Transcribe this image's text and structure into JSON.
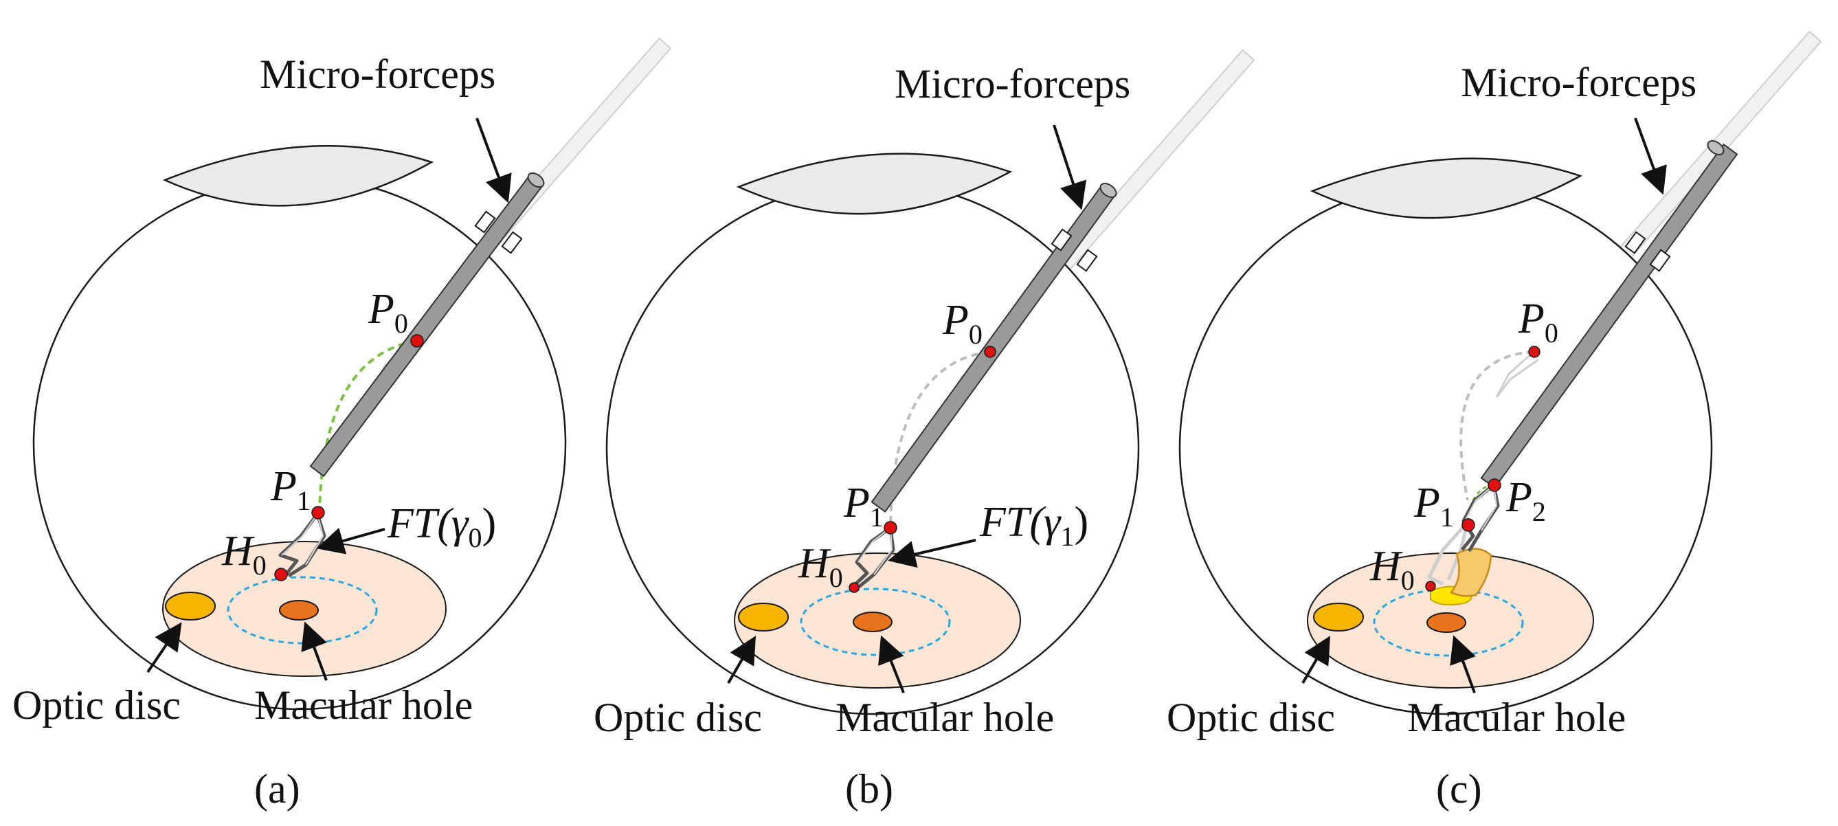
{
  "colors": {
    "eye_outline": "#1a1a1a",
    "cornea_fill": "#eaeaea",
    "retina_fill": "#fbe6d6",
    "optic_disc": "#f7b500",
    "macular_hole": "#e8731c",
    "macula_ring": "#2aa7e0",
    "forceps_shaft": "#9a9a9a",
    "ghost_forceps": "#d8d8d8",
    "trajectory_active": "#7bc142",
    "trajectory_past": "#bdbdbd",
    "point_marker": "#e01010",
    "membrane_flap": "#f7c96a",
    "membrane_peel": "#ffe500"
  },
  "panels": [
    {
      "caption": "(a)",
      "instrument_label": "Micro-forceps",
      "optic_disc_label": "Optic disc",
      "macular_hole_label": "Macular hole",
      "points": [
        {
          "base": "P",
          "sub": "0"
        },
        {
          "base": "P",
          "sub": "1"
        },
        {
          "base": "H",
          "sub": "0"
        }
      ],
      "ft_label": {
        "pre": "FT(",
        "greek": "γ",
        "sub": "0",
        "post": ")"
      }
    },
    {
      "caption": "(b)",
      "instrument_label": "Micro-forceps",
      "optic_disc_label": "Optic disc",
      "macular_hole_label": "Macular hole",
      "points": [
        {
          "base": "P",
          "sub": "0"
        },
        {
          "base": "P",
          "sub": "1"
        },
        {
          "base": "H",
          "sub": "0"
        }
      ],
      "ft_label": {
        "pre": "FT(",
        "greek": "γ",
        "sub": "1",
        "post": ")"
      }
    },
    {
      "caption": "(c)",
      "instrument_label": "Micro-forceps",
      "optic_disc_label": "Optic disc",
      "macular_hole_label": "Macular hole",
      "points": [
        {
          "base": "P",
          "sub": "0"
        },
        {
          "base": "P",
          "sub": "1"
        },
        {
          "base": "P",
          "sub": "2"
        },
        {
          "base": "H",
          "sub": "0"
        }
      ]
    }
  ]
}
